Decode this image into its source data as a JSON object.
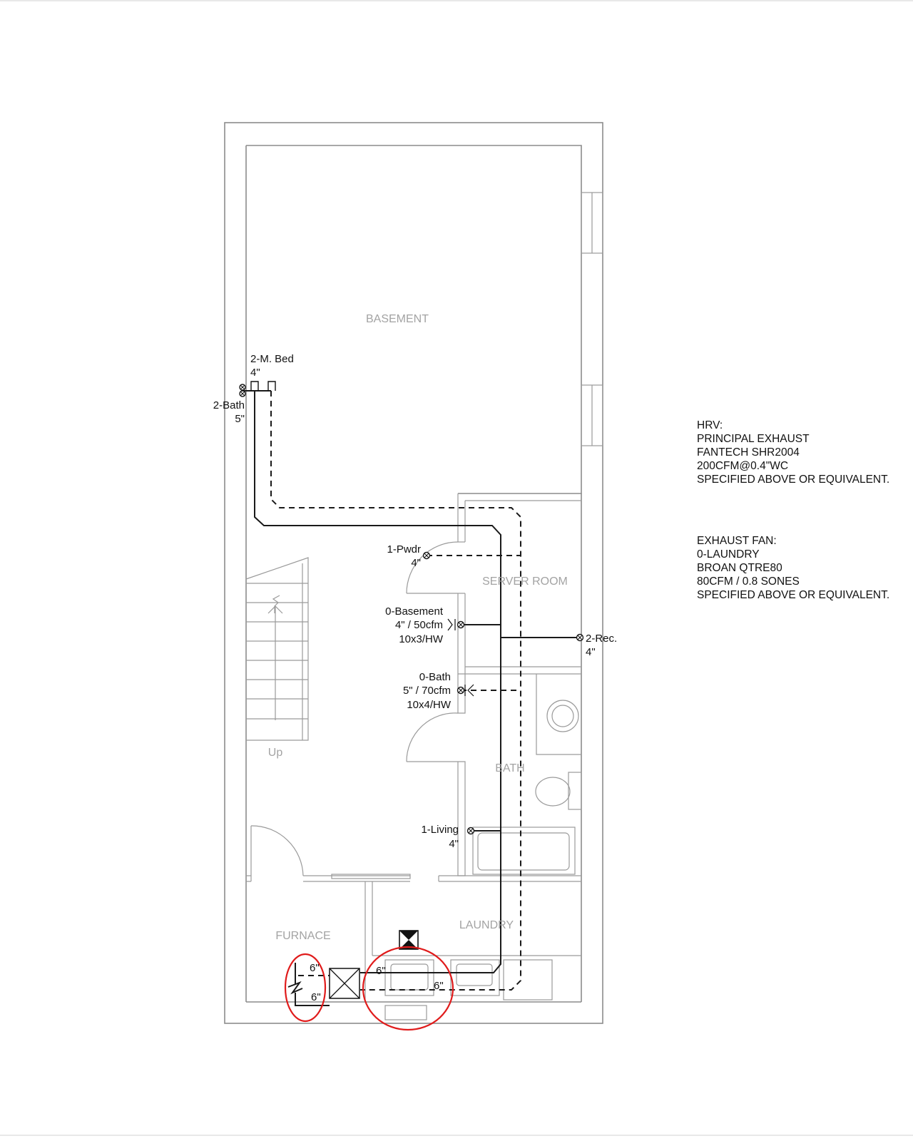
{
  "rooms": {
    "basement": "BASEMENT",
    "server_room": "SERVER ROOM",
    "bath": "BATH",
    "laundry": "LAUNDRY",
    "furnace": "FURNACE",
    "stair_up": "Up"
  },
  "terminals": {
    "master_bed": {
      "name": "2-M. Bed",
      "size": "4\""
    },
    "bath_upper": {
      "name": "2-Bath",
      "size": "5\""
    },
    "powder": {
      "name": "1-Pwdr",
      "size": "4\""
    },
    "basement": {
      "name": "0-Basement",
      "spec": "4\" / 50cfm",
      "grille": "10x3/HW"
    },
    "rec": {
      "name": "2-Rec.",
      "size": "4\""
    },
    "bath_basement": {
      "name": "0-Bath",
      "spec": "5\" / 70cfm",
      "grille": "10x4/HW"
    },
    "living": {
      "name": "1-Living",
      "size": "4\""
    }
  },
  "hrv_ducts": {
    "outside_top": "6\"",
    "outside_bottom": "6\"",
    "house_top": "6\"",
    "house_bottom": "6\""
  },
  "notes": {
    "hrv": [
      "HRV:",
      "PRINCIPAL EXHAUST",
      "FANTECH SHR2004",
      "200CFM@0.4\"WC",
      "SPECIFIED ABOVE OR EQUIVALENT."
    ],
    "exhaust_fan": [
      "EXHAUST FAN:",
      "0-LAUNDRY",
      "BROAN QTRE80",
      "80CFM / 0.8 SONES",
      "SPECIFIED ABOVE OR EQUIVALENT."
    ]
  },
  "colors": {
    "walls": "#8c8c8c",
    "ducts": "#1a1a1a",
    "room_labels": "#a3a3a3",
    "highlight_circles": "#e01b1b"
  }
}
